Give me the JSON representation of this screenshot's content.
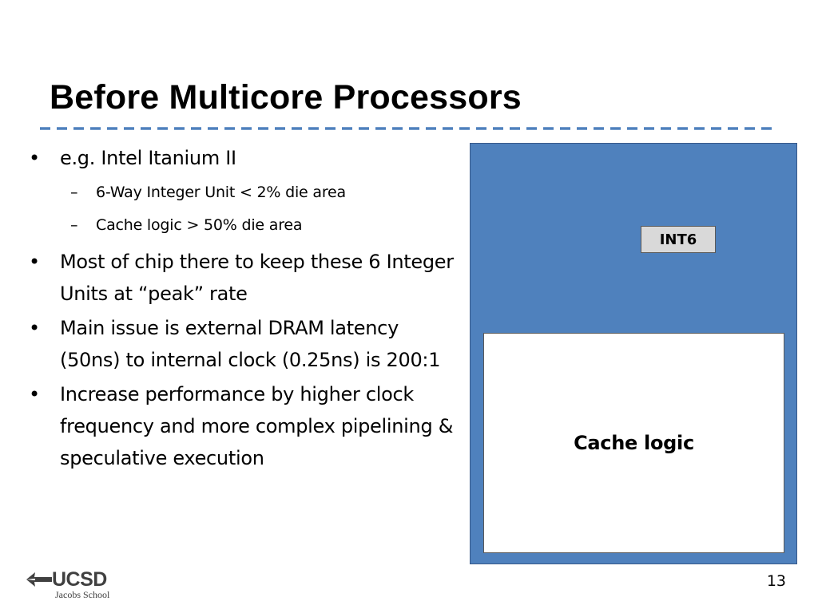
{
  "slide": {
    "title": "Before Multicore Processors",
    "page_number": "13"
  },
  "bullets": [
    {
      "text": "e.g. Intel Itanium II",
      "sub": [
        "6-Way Integer Unit < 2% die area",
        "Cache logic > 50% die area"
      ]
    },
    {
      "text": "Most of chip there to keep these 6 Integer Units at “peak” rate",
      "sub": []
    },
    {
      "text": "Main issue is external DRAM latency (50ns) to internal clock (0.25ns) is 200:1",
      "sub": []
    },
    {
      "text": "Increase performance by higher clock frequency and more complex pipelining & speculative execution",
      "sub": []
    }
  ],
  "diagram": {
    "int_label": "INT6",
    "cache_label": "Cache logic",
    "chip_color": "#4f81bd",
    "int_color": "#d9d9d9",
    "cache_color": "#ffffff"
  },
  "logo": {
    "name": "UCSD",
    "subtitle": "Jacobs School"
  },
  "colors": {
    "title_rule": "#4f81bd"
  }
}
